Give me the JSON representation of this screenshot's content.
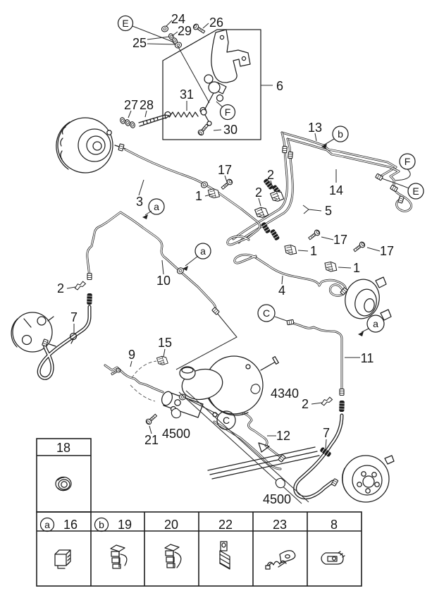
{
  "figure": {
    "kind": "brake-line-routing-parts-diagram",
    "background": "#ffffff",
    "ink": "#1e1e1e"
  },
  "nums": {
    "1": "1",
    "2": "2",
    "3": "3",
    "4": "4",
    "5": "5",
    "6": "6",
    "7": "7",
    "8": "8",
    "9": "9",
    "10": "10",
    "11": "11",
    "12": "12",
    "13": "13",
    "14": "14",
    "15": "15",
    "16": "16",
    "17": "17",
    "18": "18",
    "19": "19",
    "20": "20",
    "21": "21",
    "22": "22",
    "23": "23",
    "24": "24",
    "25": "25",
    "26": "26",
    "27": "27",
    "28": "28",
    "29": "29",
    "30": "30",
    "31": "31"
  },
  "codes": {
    "4340": "4340",
    "4500": "4500"
  },
  "letters": {
    "a": "a",
    "b": "b",
    "C": "C",
    "E": "E",
    "F": "F"
  },
  "legend": {
    "nut_cell": {
      "num": "18",
      "icon": "flange-nut-icon"
    },
    "cells": [
      {
        "badge": "a",
        "num": "16",
        "icon": "box-clamp-icon"
      },
      {
        "badge": "b",
        "num": "19",
        "icon": "stacked-clip-tab-icon"
      },
      {
        "badge": "",
        "num": "20",
        "icon": "stacked-clip-loop-icon"
      },
      {
        "badge": "",
        "num": "22",
        "icon": "serrated-tab-clip-icon"
      },
      {
        "badge": "",
        "num": "23",
        "icon": "saddle-clamp-icon"
      },
      {
        "badge": "",
        "num": "8",
        "icon": "tube-clamp-icon"
      }
    ]
  }
}
